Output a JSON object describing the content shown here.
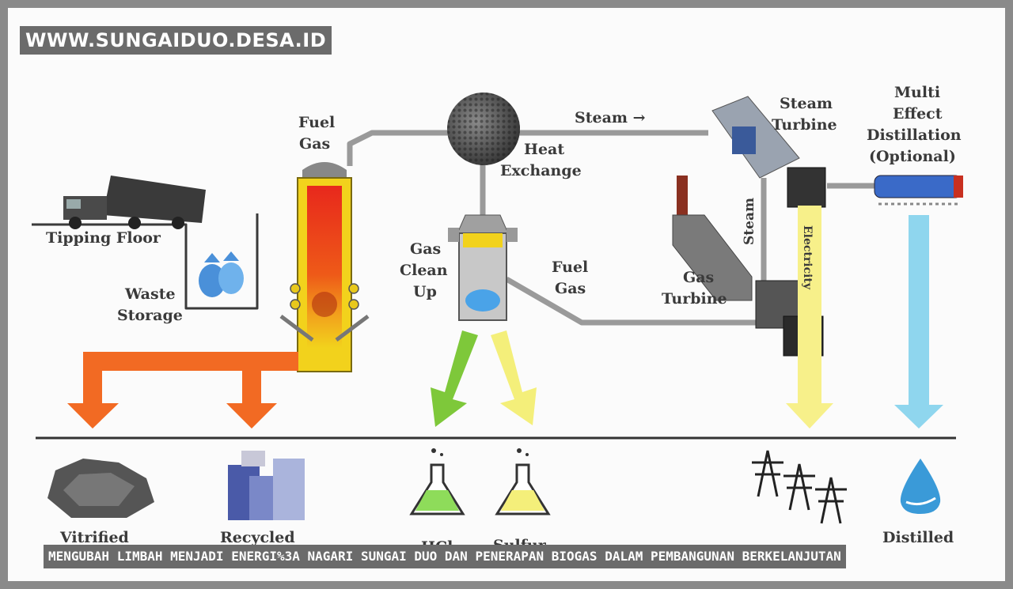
{
  "site_badge": "WWW.SUNGAIDUO.DESA.ID",
  "caption": "MENGUBAH LIMBAH MENJADI ENERGI%3A NAGARI SUNGAI DUO DAN PENERAPAN BIOGAS DALAM PEMBANGUNAN BERKELANJUTAN",
  "diagram": {
    "labels": {
      "tipping_floor": "Tipping Floor",
      "waste_line1": "Waste",
      "waste_line2": "Storage",
      "fuel_gas_top_line1": "Fuel",
      "fuel_gas_top_line2": "Gas",
      "heat_line1": "Heat",
      "heat_line2": "Exchange",
      "steam_top": "Steam →",
      "steam_turbine_line1": "Steam",
      "steam_turbine_line2": "Turbine",
      "med_line1": "Multi",
      "med_line2": "Effect",
      "med_line3": "Distillation",
      "med_line4": "(Optional)",
      "gas_clean_line1": "Gas",
      "gas_clean_line2": "Clean",
      "gas_clean_line3": "Up",
      "fuel_gas_mid_line1": "Fuel",
      "fuel_gas_mid_line2": "Gas",
      "gas_turbine_line1": "Gas",
      "gas_turbine_line2": "Turbine",
      "steam_vertical": "Steam",
      "electricity_vertical": "Electricity",
      "out_vitrified": "Vitrified",
      "out_recycled": "Recycled",
      "out_hcl": "HCl",
      "out_sulfur": "Sulfur",
      "out_distilled": "Distilled"
    },
    "colors": {
      "pipe": "#9a9a9a",
      "orange_arrow": "#f26a23",
      "green_arrow": "#7ec83a",
      "yellow_arrow": "#f4ef7a",
      "blue_arrow": "#7fd0ea",
      "gasifier_red": "#e8281c",
      "gasifier_yellow": "#f2d21c"
    }
  }
}
